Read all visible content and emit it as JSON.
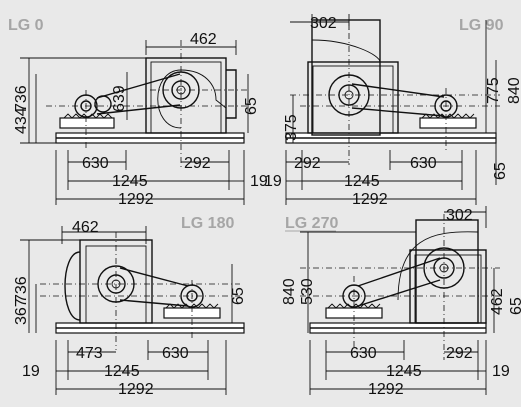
{
  "panels": {
    "lg0": {
      "title": "LG 0",
      "dims": {
        "top": "462",
        "height_total": "736",
        "height_shaft": "434",
        "fan_center": "639",
        "right": "65",
        "motor_offset": "630",
        "fan_offset": "292",
        "base": "1245",
        "edge": "19",
        "overall": "1292"
      }
    },
    "lg90": {
      "title": "LG 90",
      "dims": {
        "top": "302",
        "shaft": "375",
        "h1": "775",
        "h2": "840",
        "left": "292",
        "right": "630",
        "edge": "19",
        "base": "1245",
        "overall": "1292",
        "side": "65"
      }
    },
    "lg180": {
      "title": "LG 180",
      "dims": {
        "top": "462",
        "height_total": "736",
        "height_shaft": "367",
        "right": "65",
        "left": "473",
        "motor_offset": "630",
        "edge": "19",
        "base": "1245",
        "overall": "1292"
      }
    },
    "lg270": {
      "title": "LG 270",
      "dims": {
        "top": "302",
        "h1": "840",
        "h2": "530",
        "right1": "462",
        "right2": "65",
        "left": "630",
        "fan_offset": "292",
        "base": "1245",
        "edge": "19",
        "overall": "1292"
      }
    }
  },
  "colors": {
    "background": "#e9e9e9",
    "title": "#a6a6a6",
    "line": "#111111"
  }
}
